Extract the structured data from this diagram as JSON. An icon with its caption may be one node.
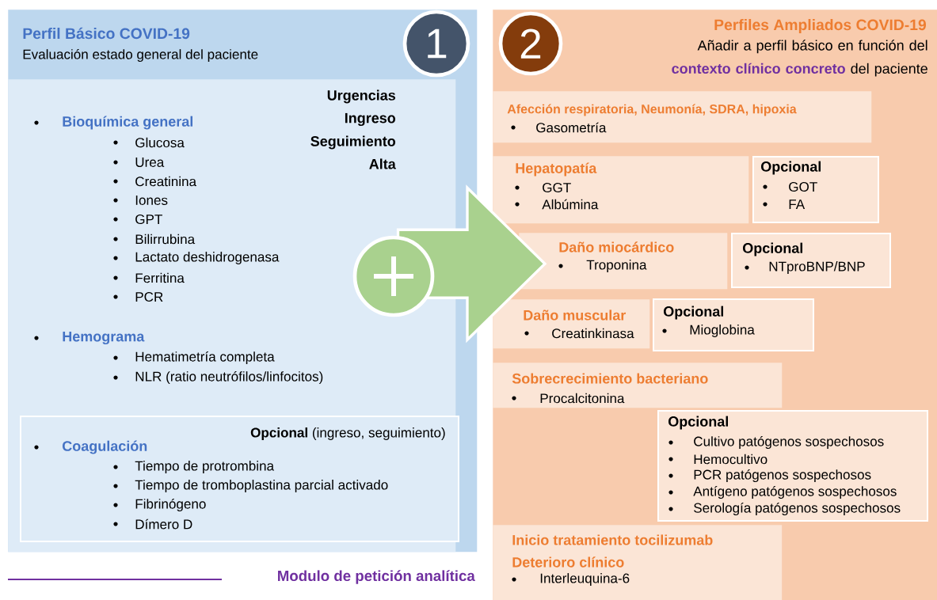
{
  "diagram": {
    "nodes": [
      {
        "text": [
          "Perfil Básico COVID-19",
          "Evaluación estado general del paciente"
        ]
      },
      {
        "text": [
          "1"
        ],
        "in": 0
      },
      {
        "text": [
          "Urgencias",
          "Ingreso",
          "Seguimiento",
          "Alta",
          "Bioquímica general",
          "Glucosa",
          "Urea",
          "Creatinina",
          "Iones",
          "GPT",
          "Bilirrubina",
          "Lactato deshidrogenasa",
          "Ferritina",
          "PCR",
          "Hemograma",
          "Hematimetría completa",
          "NLR (ratio neutrófilos/linfocitos)"
        ],
        "in": 0
      },
      {
        "text": [
          "**Opcional** (ingreso, seguimiento)",
          "Coagulación",
          "Tiempo de protrombina",
          "Tiempo de tromboplastina parcial activado",
          "Fibrinógeno",
          "Dímero D"
        ],
        "in": 2
      },
      {
        "text": [
          "Perfiles Ampliados COVID-19",
          "Añadir a perfil básico en función del **contexto clínico concreto** del paciente"
        ]
      },
      {
        "text": [
          "2"
        ],
        "in": 4
      },
      {
        "text": [
          "Afección respiratoria, Neumonía, SDRA, hipoxia",
          "Gasometría"
        ],
        "in": 4
      },
      {
        "text": [
          "Hepatopatía",
          "GGT",
          "Albúmina"
        ],
        "in": 4
      },
      {
        "text": [
          "Opcional",
          "GOT",
          "FA"
        ],
        "in": 4
      },
      {
        "text": [
          "Daño miocárdico",
          "Troponina"
        ],
        "in": 4
      },
      {
        "text": [
          "Opcional",
          "NTproBNP/BNP"
        ],
        "in": 4
      },
      {
        "text": [
          "Daño muscular",
          "Creatinkinasa"
        ],
        "in": 4
      },
      {
        "text": [
          "Opcional",
          "Mioglobina"
        ],
        "in": 4
      },
      {
        "text": [
          "Sobrecrecimiento bacteriano",
          "Procalcitonina"
        ],
        "in": 4
      },
      {
        "text": [
          "Opcional",
          "Cultivo patógenos sospechosos",
          "Hemocultivo",
          "PCR patógenos sospechosos",
          "Antígeno patógenos sospechosos",
          "Serología patógenos sospechosos"
        ],
        "in": 4
      },
      {
        "text": [
          "Inicio tratamiento tocilizumab",
          "Deterioro clínico",
          "Interleuquina-6"
        ],
        "in": 4
      }
    ],
    "edges": [
      {
        "from": 0,
        "to": 4,
        "arrow": "to"
      }
    ],
    "labels": [
      "Modulo de petición analítica"
    ]
  }
}
